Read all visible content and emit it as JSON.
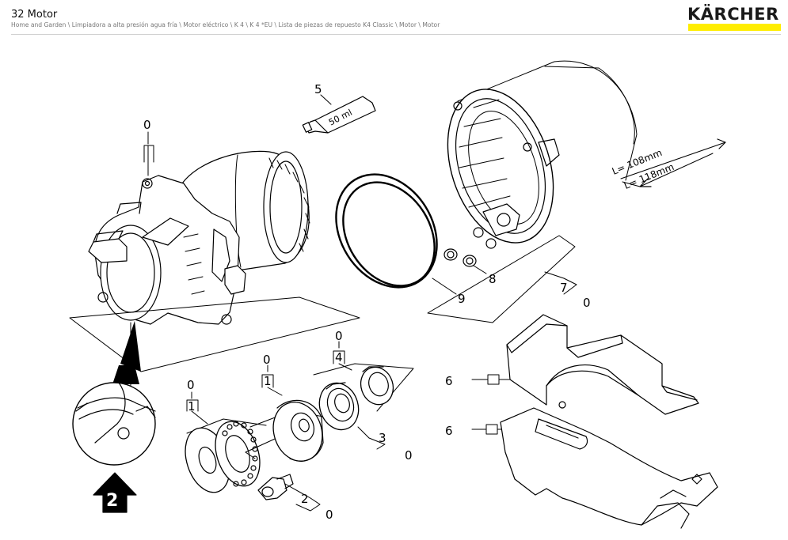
{
  "header": {
    "title": "32 Motor",
    "breadcrumb": "Home and Garden \\ Limpiadora a alta presión agua fría \\ Motor eléctrico \\ K 4 \\ K 4 *EU \\ Lista de piezas de repuesto K4 Classic \\ Motor \\ Motor",
    "logo": "KÄRCHER",
    "brand_yellow": "#ffed00"
  },
  "diagram": {
    "labels": {
      "motor_top_qty": "0",
      "tube_item": "5",
      "tube_text": "50 ml",
      "length_1": "L= 108mm",
      "length_2": "L= 118mm",
      "oring_item": "9",
      "washer_item": "8",
      "housing_item": "7",
      "housing_qty": "0",
      "bracket_item_upper": "6",
      "bracket_item_lower": "6",
      "bearing_left_qty": "0",
      "bearing_left_item": "1",
      "bearing_mid_qty": "0",
      "bearing_mid_item": "1",
      "bearing_right_qty": "0",
      "bearing_right_item": "4",
      "ring_item": "3",
      "ring_qty": "0",
      "screw_item": "2",
      "screw_qty": "0",
      "arrow_number": "2"
    }
  }
}
